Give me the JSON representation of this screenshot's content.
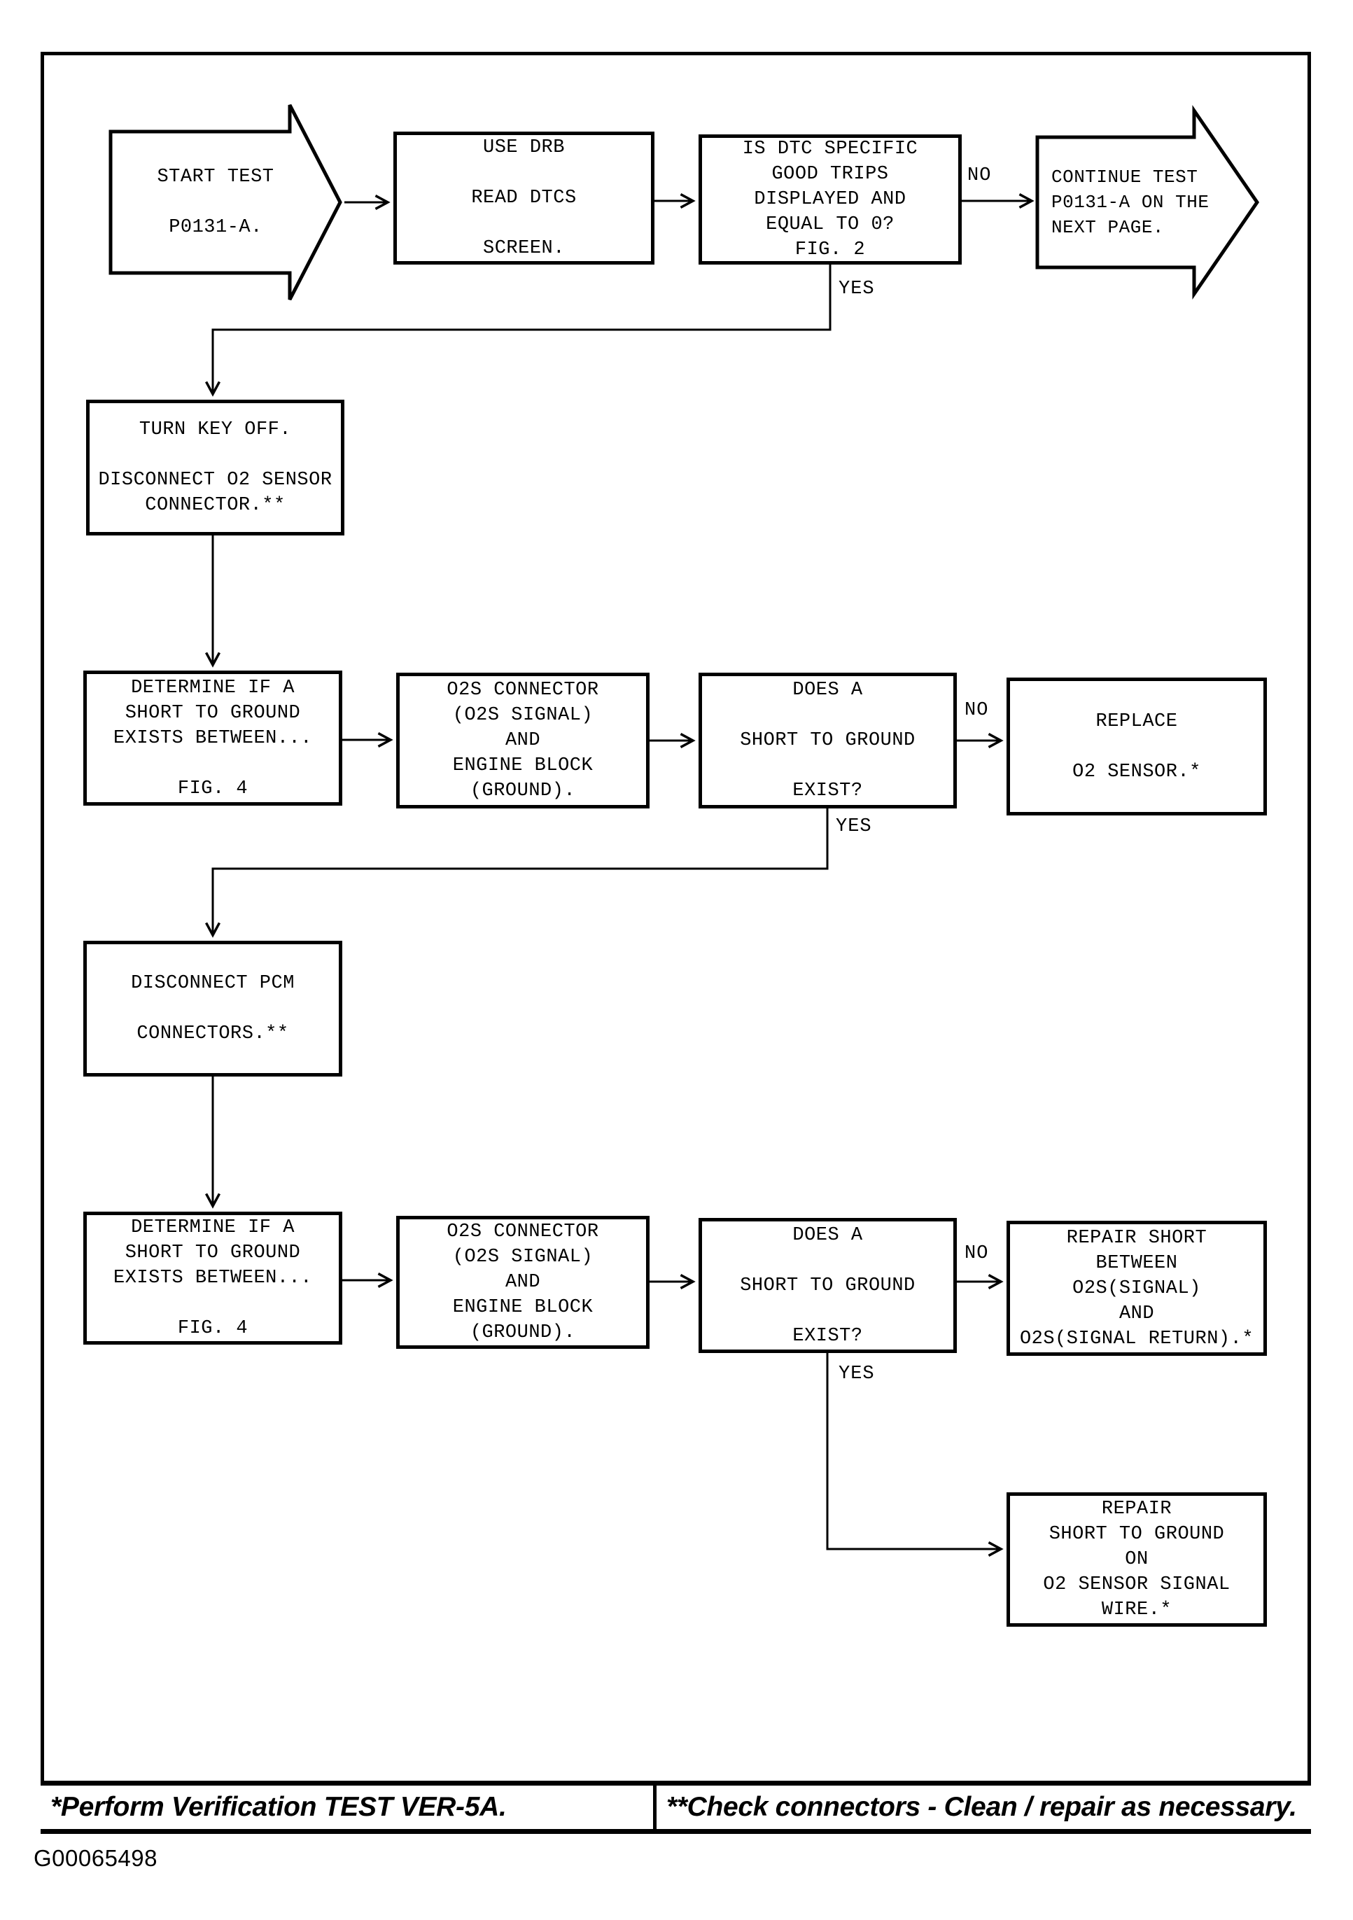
{
  "colors": {
    "ink": "#000000",
    "paper": "#ffffff"
  },
  "nodes": {
    "start": {
      "text": "START TEST\n\nP0131-A."
    },
    "use_drb": {
      "text": "USE DRB\n\nREAD DTCS\n\nSCREEN."
    },
    "is_dtc": {
      "text": "IS DTC SPECIFIC\nGOOD TRIPS\nDISPLAYED AND\nEQUAL TO 0?\nFIG. 2"
    },
    "continue": {
      "text": "CONTINUE TEST\nP0131-A ON THE\nNEXT PAGE."
    },
    "turn_key": {
      "text": "TURN KEY OFF.\n\nDISCONNECT O2 SENSOR\nCONNECTOR.**"
    },
    "determine1": {
      "text": "DETERMINE IF A\nSHORT TO GROUND\nEXISTS BETWEEN...\n\nFIG. 4"
    },
    "o2s1": {
      "text": "O2S CONNECTOR\n(O2S SIGNAL)\nAND\nENGINE BLOCK\n(GROUND)."
    },
    "does1": {
      "text": "DOES A\n\nSHORT TO GROUND\n\nEXIST?"
    },
    "replace": {
      "text": "REPLACE\n\nO2 SENSOR.*"
    },
    "pcm": {
      "text": "DISCONNECT PCM\n\nCONNECTORS.**"
    },
    "determine2": {
      "text": "DETERMINE IF A\nSHORT TO GROUND\nEXISTS BETWEEN...\n\nFIG. 4"
    },
    "o2s2": {
      "text": "O2S CONNECTOR\n(O2S SIGNAL)\nAND\nENGINE BLOCK\n(GROUND)."
    },
    "does2": {
      "text": "DOES A\n\nSHORT TO GROUND\n\nEXIST?"
    },
    "repair_between": {
      "text": "REPAIR SHORT\nBETWEEN\nO2S(SIGNAL)\nAND\nO2S(SIGNAL RETURN).*"
    },
    "repair_ground": {
      "text": "REPAIR\nSHORT TO GROUND\nON\nO2 SENSOR SIGNAL\nWIRE.*"
    }
  },
  "labels": {
    "yes": "YES",
    "no": "NO"
  },
  "footer": {
    "left": "*Perform Verification TEST VER-5A.",
    "right": "**Check connectors - Clean / repair as necessary."
  },
  "figure_id": "G00065498"
}
